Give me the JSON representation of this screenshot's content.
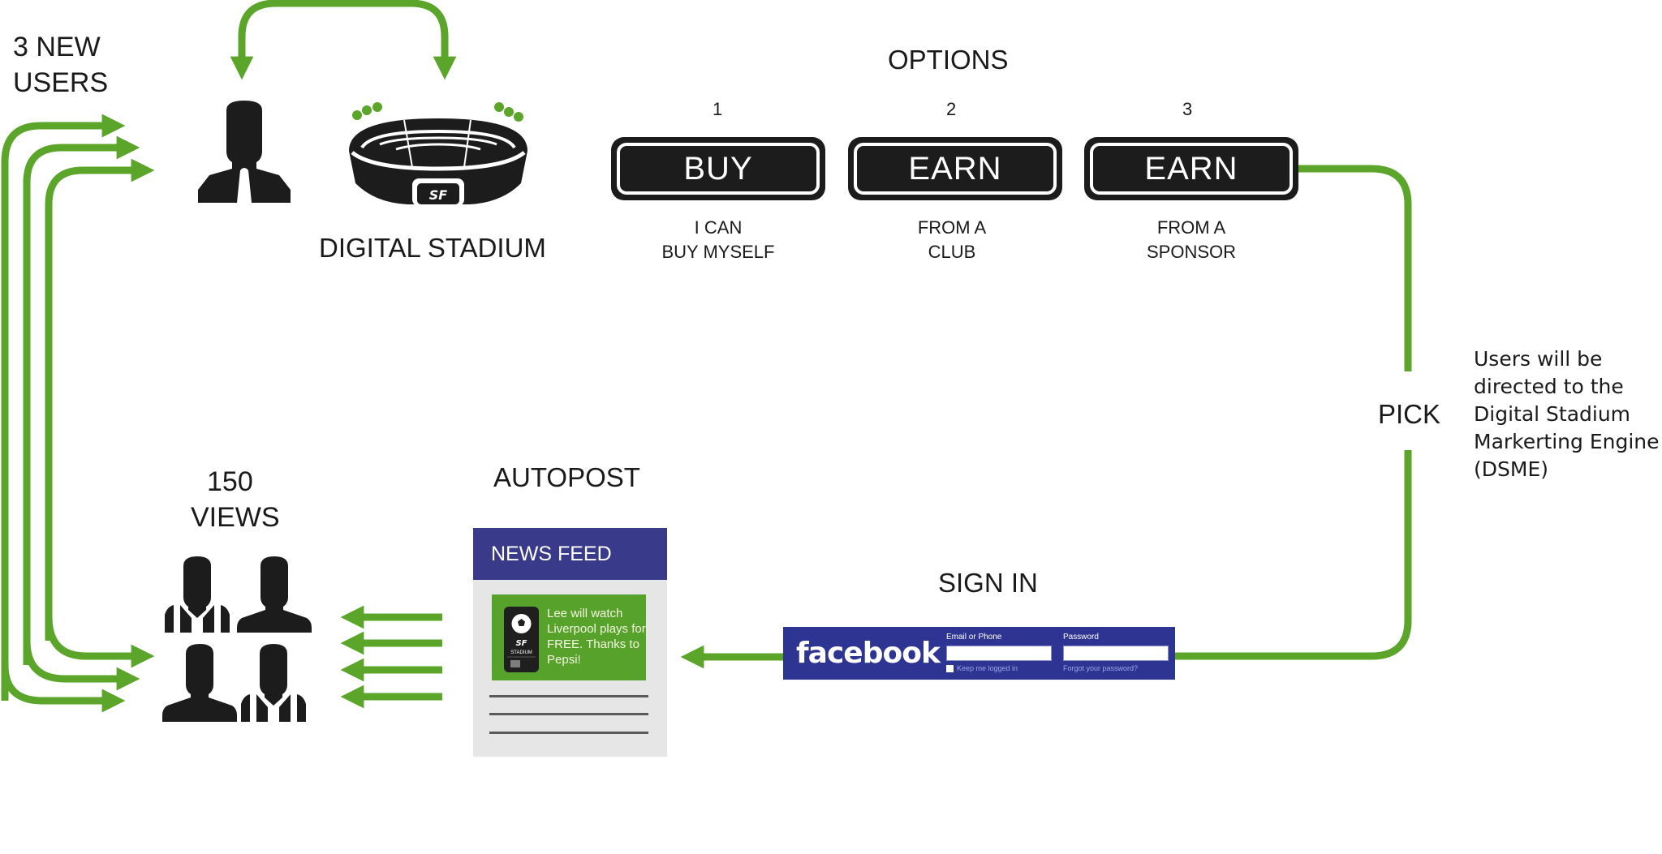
{
  "left": {
    "new_users_line1": "3 NEW",
    "new_users_line2": "USERS",
    "stadium_label": "DIGITAL STADIUM"
  },
  "options": {
    "title": "OPTIONS",
    "items": [
      {
        "number": "1",
        "button": "BUY",
        "desc_line1": "I CAN",
        "desc_line2": "BUY MYSELF"
      },
      {
        "number": "2",
        "button": "EARN",
        "desc_line1": "FROM A",
        "desc_line2": "CLUB"
      },
      {
        "number": "3",
        "button": "EARN",
        "desc_line1": "FROM A",
        "desc_line2": "SPONSOR"
      }
    ]
  },
  "pick": {
    "label": "PICK",
    "note_lines": [
      "Users will be",
      "directed to the",
      "Digital Stadium",
      "Markerting Engine",
      "(DSME)"
    ]
  },
  "views": {
    "count": "150",
    "label": "VIEWS"
  },
  "autopost": {
    "title": "AUTOPOST",
    "feed_header": "NEWS FEED",
    "post_text": "Lee will watch Liverpool plays for FREE. Thanks to Pepsi!",
    "ticket_brand": "SF",
    "ticket_label": "STADIUM"
  },
  "signin": {
    "title": "SIGN IN",
    "brand": "facebook",
    "email_label": "Email or Phone",
    "password_label": "Password",
    "email_value": "",
    "password_value": "",
    "keep_logged_in": "Keep me logged in",
    "forgot_password": "Forgot your password?"
  },
  "colors": {
    "flow_green": "#5aa52a",
    "facebook_blue": "#2e3492",
    "feed_header": "#3a3a8a",
    "post_green": "#56a22a",
    "icon_black": "#1c1c1c"
  }
}
